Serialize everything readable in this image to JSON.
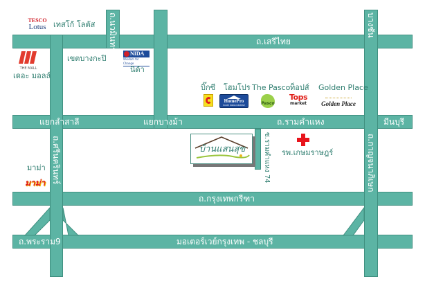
{
  "colors": {
    "road": "#5cb4a4",
    "road_border": "#3f8f80",
    "place_text": "#2e7d6f",
    "hospital_cross": "#e8141c"
  },
  "roads": {
    "serithai": "ถ.เสรีไทย",
    "nawamin": "ถ.นวมินทร์",
    "bang_chan": "บางชัน",
    "ramkhamhaeng": "ถ.รามคำแหง",
    "lam_sali": "แยกลำสาลี",
    "bang_ma": "แยกบางม้า",
    "min_buri": "มีนบุรี",
    "srinakarin": "ถ.ศรีนครินทร์",
    "soi74": "ซ.รามคำแหง 74",
    "kanchanaphisek": "ถ.กาญจนาภิเษก",
    "krungthep_kreetha": "ถ.กรุงเทพกรีฑา",
    "rama9": "ถ.พระราม9",
    "motorway": "มอเตอร์เวย์กรุงเทพ - ชลบุรี"
  },
  "places": {
    "tesco": {
      "label": "เทสโก้ โลตัส",
      "logo_line1": "TESCO",
      "logo_line2": "Lotus"
    },
    "the_mall": {
      "label": "เดอะ มอลล์",
      "logo_text": "THE MALL"
    },
    "bang_kapi": {
      "label": "เขตบางกะปิ"
    },
    "nida": {
      "label": "นิด้า",
      "logo_text": "NIDA",
      "logo_sub": "Wisdom for Change"
    },
    "big_c": {
      "label": "บิ๊กซี"
    },
    "homepro": {
      "label": "โฮมโปร",
      "logo_text": "HomePro",
      "logo_sub": "HOME IMPROVEMENT"
    },
    "pasco": {
      "label": "The Pasco",
      "logo_text": "Pasco"
    },
    "tops": {
      "label": "ท็อปส์",
      "logo_text": "Tops",
      "logo_sub": "market"
    },
    "golden_place": {
      "label": "Golden Place",
      "logo_text": "Golden Place"
    },
    "hospital": {
      "label": "รพ.เกษมราษฎร์"
    },
    "makro": {
      "label": "มาม่า",
      "logo_text": "มาม่า"
    },
    "ban_saen_suk": {
      "logo_text": "บ้านแสนสุข"
    }
  }
}
